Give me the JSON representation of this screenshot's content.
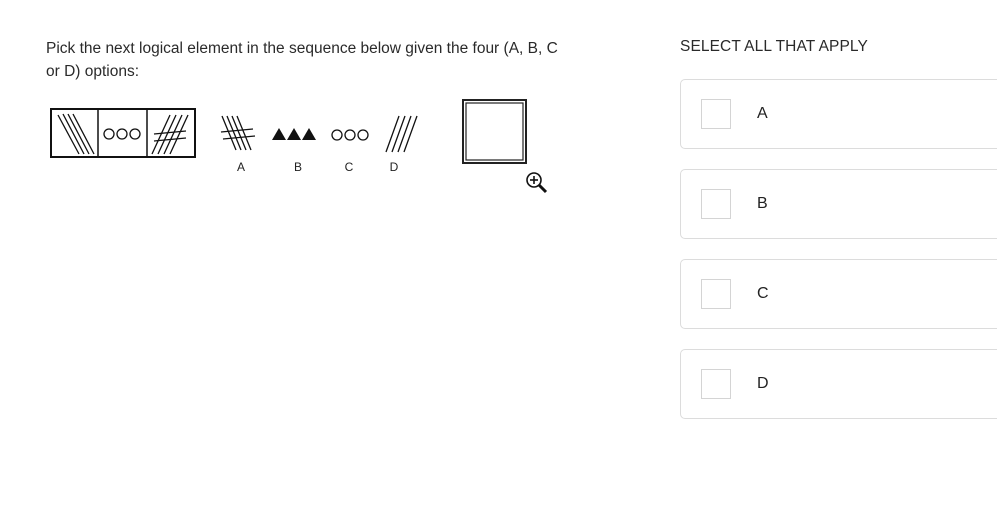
{
  "question": {
    "prompt": "Pick the next logical element in the sequence below given the four (A, B, C or D) options:"
  },
  "figure": {
    "sequence_boxes": [
      "diagonal-lines",
      "circles",
      "crossed-lines"
    ],
    "option_symbols": [
      {
        "letter": "A",
        "symbol": "crossed-lines"
      },
      {
        "letter": "B",
        "symbol": "triangles"
      },
      {
        "letter": "C",
        "symbol": "circles"
      },
      {
        "letter": "D",
        "symbol": "diagonal-lines"
      }
    ],
    "answer_box": "empty-square",
    "zoom_icon": "zoom-in-icon"
  },
  "answers": {
    "heading": "SELECT ALL THAT APPLY",
    "options": [
      {
        "label": "A",
        "checked": false
      },
      {
        "label": "B",
        "checked": false
      },
      {
        "label": "C",
        "checked": false
      },
      {
        "label": "D",
        "checked": false
      }
    ]
  }
}
